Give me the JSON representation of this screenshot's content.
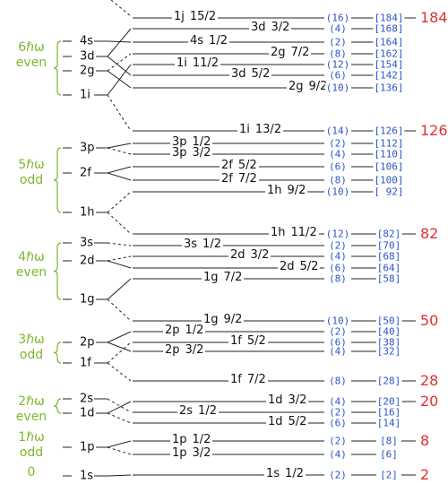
{
  "shells": [
    {
      "osc": "0",
      "parity": "",
      "levels": [
        "1s"
      ]
    },
    {
      "osc": "1ℏω",
      "parity": "odd",
      "levels": [
        "1p"
      ]
    },
    {
      "osc": "2ℏω",
      "parity": "even",
      "levels": [
        "2s",
        "1d"
      ]
    },
    {
      "osc": "3ℏω",
      "parity": "odd",
      "levels": [
        "2p",
        "1f"
      ]
    },
    {
      "osc": "4ℏω",
      "parity": "even",
      "levels": [
        "3s",
        "2d",
        "1g"
      ]
    },
    {
      "osc": "5ℏω",
      "parity": "odd",
      "levels": [
        "3p",
        "2f",
        "1h"
      ]
    },
    {
      "osc": "6ℏω",
      "parity": "even",
      "levels": [
        "4s",
        "3d",
        "2g",
        "1i"
      ]
    }
  ],
  "split_levels": [
    {
      "label": "1j",
      "j": "15/2",
      "degeneracy": "(16)",
      "cumulative": "[184]"
    },
    {
      "label": "3d",
      "j": "3/2",
      "degeneracy": "(4)",
      "cumulative": "[168]"
    },
    {
      "label": "4s",
      "j": "1/2",
      "degeneracy": "(2)",
      "cumulative": "[164]"
    },
    {
      "label": "2g",
      "j": "7/2",
      "degeneracy": "(8)",
      "cumulative": "[162]"
    },
    {
      "label": "1i",
      "j": "11/2",
      "degeneracy": "(12)",
      "cumulative": "[154]"
    },
    {
      "label": "3d",
      "j": "5/2",
      "degeneracy": "(6)",
      "cumulative": "[142]"
    },
    {
      "label": "2g",
      "j": "9/2",
      "degeneracy": "(10)",
      "cumulative": "[136]"
    },
    {
      "label": "1i",
      "j": "13/2",
      "degeneracy": "(14)",
      "cumulative": "[126]"
    },
    {
      "label": "3p",
      "j": "1/2",
      "degeneracy": "(2)",
      "cumulative": "[112]"
    },
    {
      "label": "3p",
      "j": "3/2",
      "degeneracy": "(4)",
      "cumulative": "[110]"
    },
    {
      "label": "2f",
      "j": "5/2",
      "degeneracy": "(6)",
      "cumulative": "[106]"
    },
    {
      "label": "2f",
      "j": "7/2",
      "degeneracy": "(8)",
      "cumulative": "[100]"
    },
    {
      "label": "1h",
      "j": "9/2",
      "degeneracy": "(10)",
      "cumulative": "[ 92]"
    },
    {
      "label": "1h",
      "j": "11/2",
      "degeneracy": "(12)",
      "cumulative": "[82]"
    },
    {
      "label": "3s",
      "j": "1/2",
      "degeneracy": "(2)",
      "cumulative": "[70]"
    },
    {
      "label": "2d",
      "j": "3/2",
      "degeneracy": "(4)",
      "cumulative": "[68]"
    },
    {
      "label": "2d",
      "j": "5/2",
      "degeneracy": "(6)",
      "cumulative": "[64]"
    },
    {
      "label": "1g",
      "j": "7/2",
      "degeneracy": "(8)",
      "cumulative": "[58]"
    },
    {
      "label": "1g",
      "j": "9/2",
      "degeneracy": "(10)",
      "cumulative": "[50]"
    },
    {
      "label": "2p",
      "j": "1/2",
      "degeneracy": "(2)",
      "cumulative": "[40]"
    },
    {
      "label": "1f",
      "j": "5/2",
      "degeneracy": "(6)",
      "cumulative": "[38]"
    },
    {
      "label": "2p",
      "j": "3/2",
      "degeneracy": "(4)",
      "cumulative": "[32]"
    },
    {
      "label": "1f",
      "j": "7/2",
      "degeneracy": "(8)",
      "cumulative": "[28]"
    },
    {
      "label": "1d",
      "j": "3/2",
      "degeneracy": "(4)",
      "cumulative": "[20]"
    },
    {
      "label": "2s",
      "j": "1/2",
      "degeneracy": "(2)",
      "cumulative": "[16]"
    },
    {
      "label": "1d",
      "j": "5/2",
      "degeneracy": "(6)",
      "cumulative": "[14]"
    },
    {
      "label": "1p",
      "j": "1/2",
      "degeneracy": "(2)",
      "cumulative": "[8]"
    },
    {
      "label": "1p",
      "j": "3/2",
      "degeneracy": "(4)",
      "cumulative": "[6]"
    },
    {
      "label": "1s",
      "j": "1/2",
      "degeneracy": "(2)",
      "cumulative": "[2]"
    }
  ],
  "magic_numbers": [
    "184",
    "126",
    "82",
    "50",
    "28",
    "20",
    "8",
    "2"
  ],
  "colors": {
    "shell_label": "#7cb82f",
    "level": "#111111",
    "degeneracy": "#2a55c8",
    "magic": "#e03030",
    "line": "#222222"
  }
}
